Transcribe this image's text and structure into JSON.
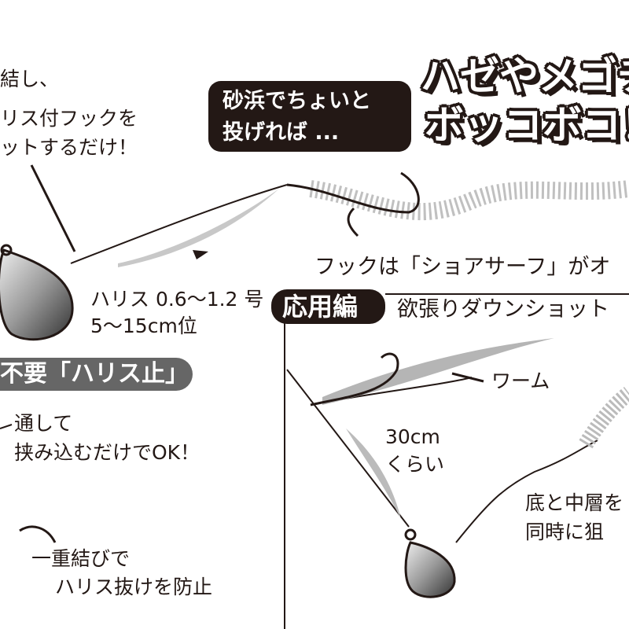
{
  "top_left_note": [
    "結し、",
    "リス付フックを",
    "ットするだけ！"
  ],
  "banner": {
    "box_lines": [
      "砂浜でちょいと",
      "投げれば ..."
    ],
    "headline_lines": [
      "ハゼやメゴチ",
      "ボッコボコ！"
    ]
  },
  "hook_note": "フックは「ショアサーフ」がオ",
  "harisu_spec": [
    "ハリス 0.6〜1.2 号",
    "5〜15cm位"
  ],
  "advanced": {
    "badge": "応用編",
    "title": "欲張りダウンショット"
  },
  "no_stopper": "不要「ハリス止」",
  "thread_note": [
    "通して",
    "挟み込むだけでOK！"
  ],
  "worm_label": "ワーム",
  "length_note": [
    "30cm",
    "くらい"
  ],
  "target_note": [
    "底と中層を",
    "同時に狙"
  ],
  "knot_note": [
    "一重結びで",
    "ハリス抜けを防止"
  ],
  "colors": {
    "ink": "#231815",
    "pill_gray": "#666666",
    "worm_gray": "#b5b5b5"
  }
}
